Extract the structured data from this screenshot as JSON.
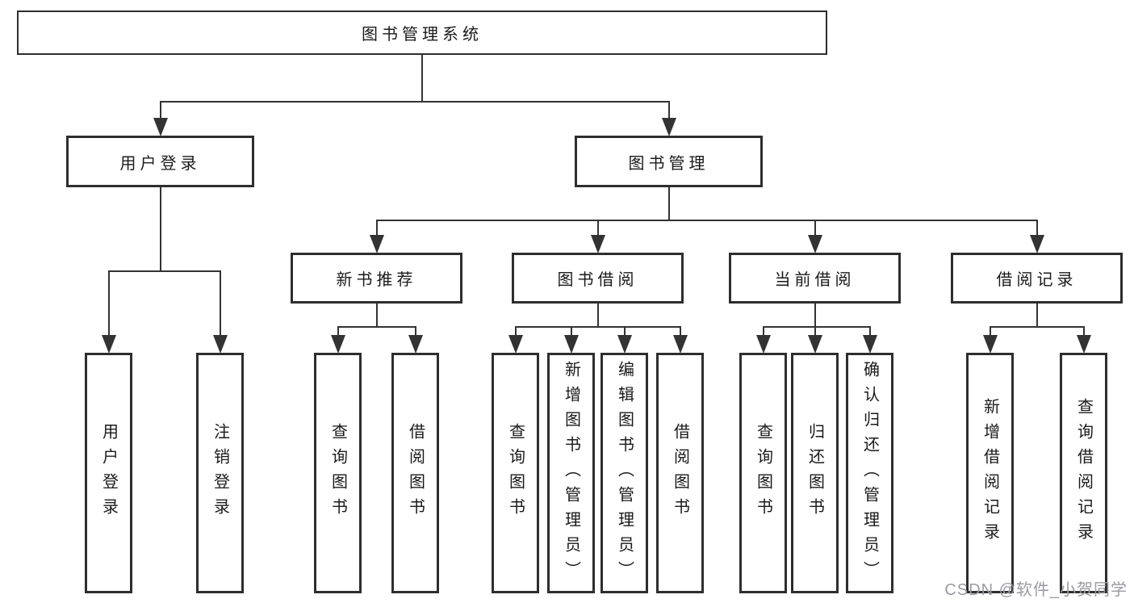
{
  "title": "图书管理系统",
  "watermark": "CSDN @软件_小贺同学",
  "colors": {
    "background": "#ffffff",
    "box_border": "#2e2e2e",
    "line": "#333333",
    "text": "#1a1a1a",
    "watermark": "#9a9aa2"
  },
  "tree": {
    "id": "root",
    "label": "图书管理系统",
    "children": [
      {
        "id": "login",
        "label": "用户登录",
        "children": [
          {
            "id": "leaf-user-login",
            "label": "用户登录",
            "vertical": true
          },
          {
            "id": "leaf-logout",
            "label": "注销登录",
            "vertical": true
          }
        ]
      },
      {
        "id": "mgmt",
        "label": "图书管理",
        "children": [
          {
            "id": "new-books",
            "label": "新书推荐",
            "children": [
              {
                "id": "leaf-query-new",
                "label": "查询图书",
                "vertical": true
              },
              {
                "id": "leaf-borrow-new",
                "label": "借阅图书",
                "vertical": true
              }
            ]
          },
          {
            "id": "book-borrow",
            "label": "图书借阅",
            "children": [
              {
                "id": "leaf-query-bor",
                "label": "查询图书",
                "vertical": true
              },
              {
                "id": "leaf-add-book",
                "label": "新增图书（管理员）",
                "vertical": true
              },
              {
                "id": "leaf-edit-book",
                "label": "编辑图书（管理员）",
                "vertical": true
              },
              {
                "id": "leaf-borrow-book",
                "label": "借阅图书",
                "vertical": true
              }
            ]
          },
          {
            "id": "current-borrow",
            "label": "当前借阅",
            "children": [
              {
                "id": "leaf-query-cur",
                "label": "查询图书",
                "vertical": true
              },
              {
                "id": "leaf-return-book",
                "label": "归还图书",
                "vertical": true
              },
              {
                "id": "leaf-confirm-return",
                "label": "确认归还（管理员）",
                "vertical": true
              }
            ]
          },
          {
            "id": "borrow-records",
            "label": "借阅记录",
            "children": [
              {
                "id": "leaf-add-record",
                "label": "新增借阅记录",
                "vertical": true
              },
              {
                "id": "leaf-query-record",
                "label": "查询借阅记录",
                "vertical": true
              }
            ]
          }
        ]
      }
    ]
  }
}
